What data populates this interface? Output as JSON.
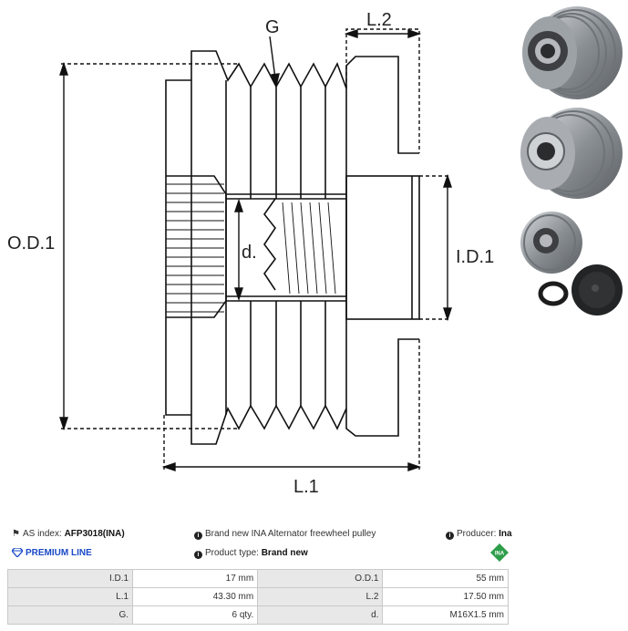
{
  "diagram": {
    "labels": {
      "g": "G",
      "l2": "L.2",
      "od1": "O.D.1",
      "d": "d.",
      "id1": "I.D.1",
      "l1": "L.1"
    }
  },
  "info": {
    "as_index_label": "AS index:",
    "as_index_value": "AFP3018(INA)",
    "description": "Brand new INA Alternator freewheel pulley",
    "producer_label": "Producer:",
    "producer_value": "Ina",
    "premium_line": "PREMIUM LINE",
    "product_type_label": "Product type:",
    "product_type_value": "Brand new",
    "brand_logo_text": "INA"
  },
  "specs": [
    {
      "l1": "I.D.1",
      "v1": "17 mm",
      "l2": "O.D.1",
      "v2": "55 mm"
    },
    {
      "l1": "L.1",
      "v1": "43.30 mm",
      "l2": "L.2",
      "v2": "17.50 mm"
    },
    {
      "l1": "G.",
      "v1": "6 qty.",
      "l2": "d.",
      "v2": "M16X1.5 mm"
    }
  ],
  "colors": {
    "premium": "#1a49c7",
    "brand_green": "#2e9e4a",
    "table_label_bg": "#e8e8e8"
  }
}
